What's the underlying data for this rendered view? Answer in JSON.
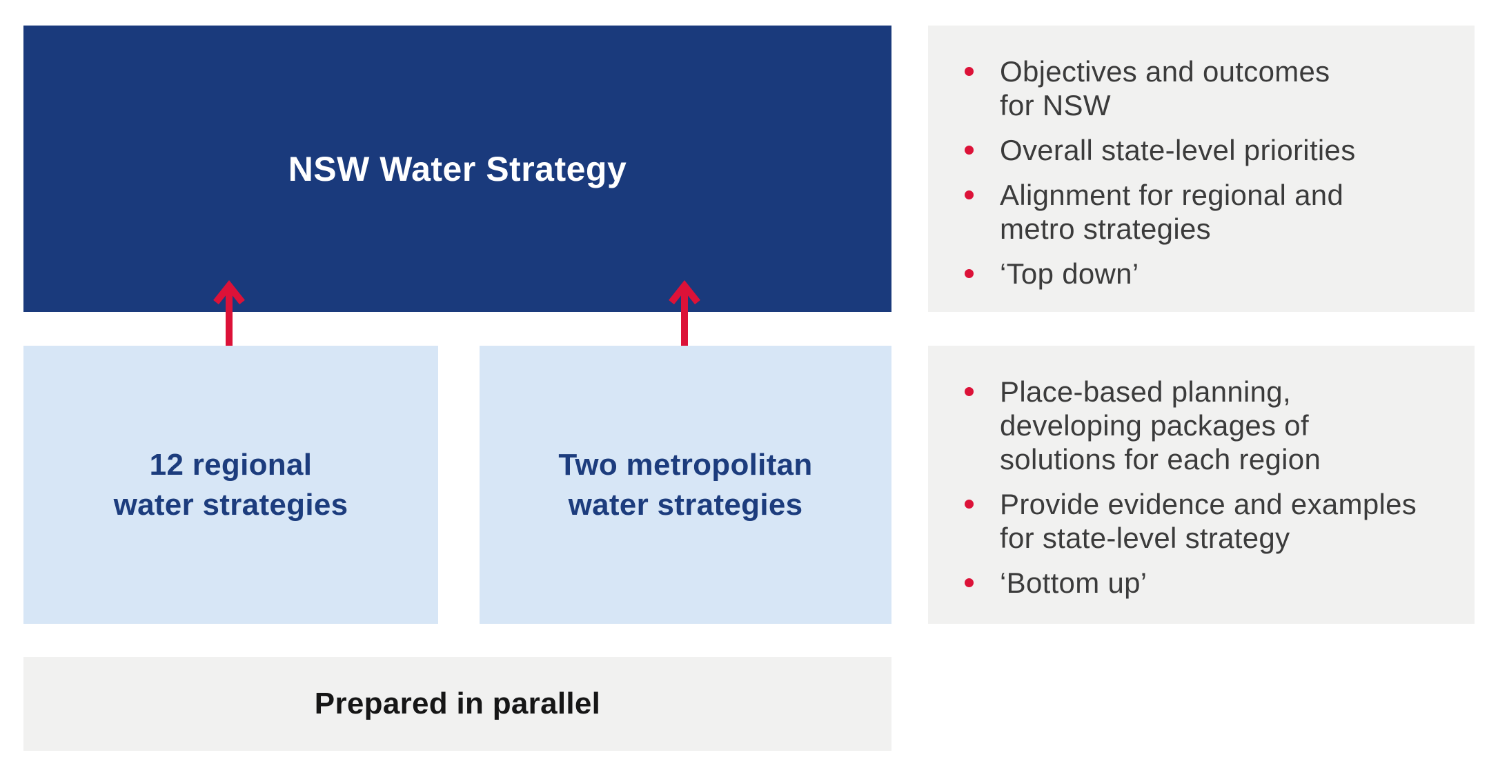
{
  "diagram": {
    "title_box": {
      "label": "NSW Water Strategy"
    },
    "regional_box": {
      "label": "12 regional\nwater strategies"
    },
    "metro_box": {
      "label": "Two metropolitan\nwater strategies"
    },
    "parallel_box": {
      "label": "Prepared in parallel"
    },
    "top_panel": {
      "bullets": [
        "Objectives and outcomes\nfor NSW",
        "Overall state-level priorities",
        "Alignment for regional and\nmetro strategies",
        "‘Top down’"
      ]
    },
    "bottom_panel": {
      "bullets": [
        "Place-based planning,\ndeveloping packages of\nsolutions for each region",
        "Provide evidence and examples\nfor state-level strategy",
        "‘Bottom up’"
      ]
    },
    "colors": {
      "navy": "#1a3a7c",
      "light_blue": "#d7e6f6",
      "panel_gray": "#f1f1f0",
      "accent_red": "#dc1238",
      "heading_navy": "#1c3c7d",
      "body_text": "#3b3b3b"
    }
  }
}
